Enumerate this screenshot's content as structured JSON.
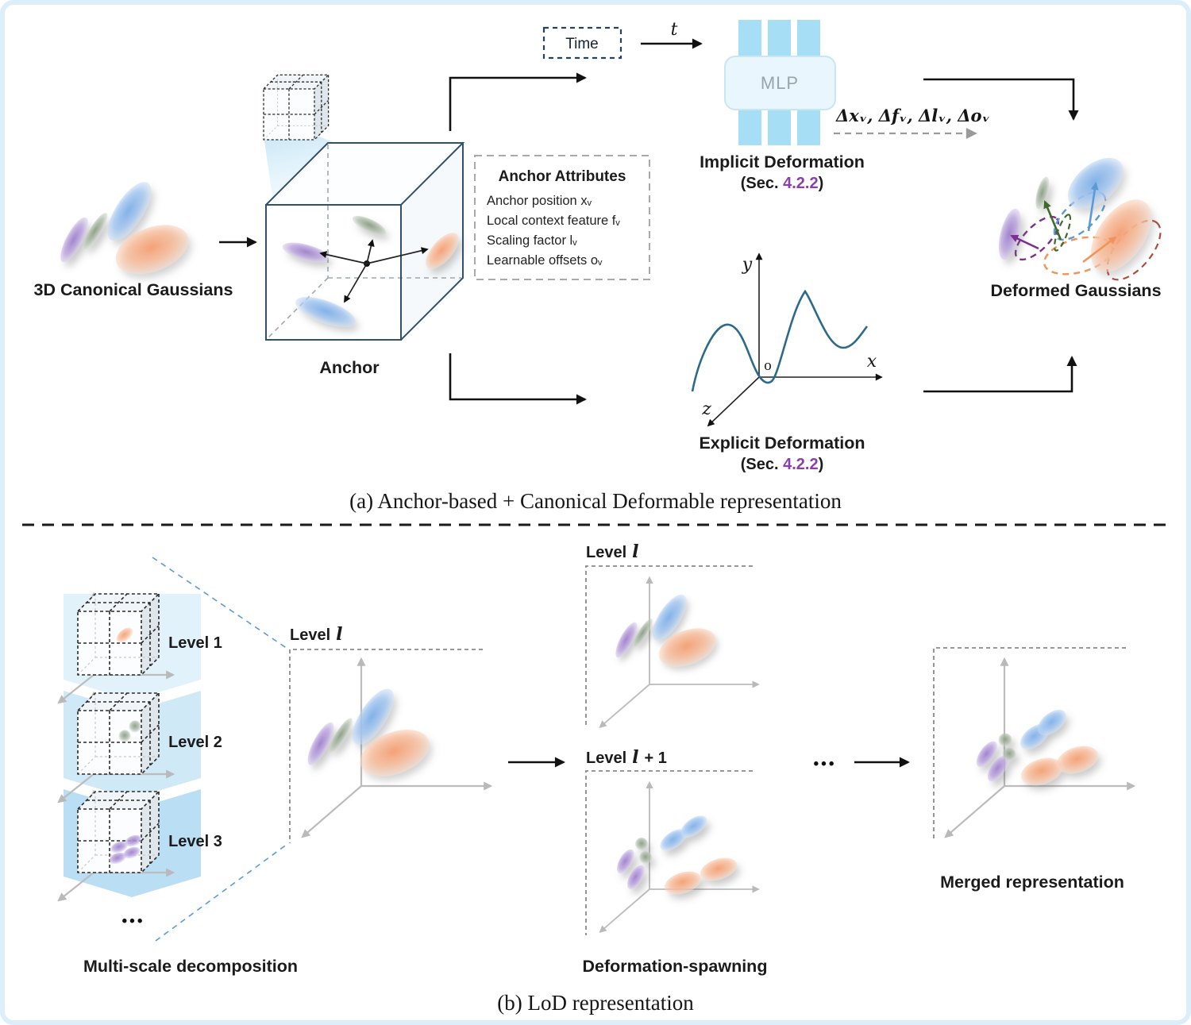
{
  "panel_a": {
    "caption": "(a) Anchor-based + Canonical Deformable representation",
    "canonical_gaussians_label": "3D Canonical Gaussians",
    "anchor_label": "Anchor",
    "time_label": "Time",
    "time_var": "t",
    "mlp_label": "MLP",
    "implicit_title": "Implicit Deformation",
    "explicit_title": "Explicit Deformation",
    "sec_prefix": "(Sec. ",
    "sec_number": "4.2.2",
    "sec_suffix": ")",
    "deformation_outputs": "Δxᵥ,  Δfᵥ,  Δlᵥ, Δoᵥ",
    "anchor_attributes_title": "Anchor Attributes",
    "anchor_attributes_items": [
      "Anchor position xᵥ",
      "Local context feature fᵥ",
      "Scaling factor lᵥ",
      "Learnable offsets oᵥ"
    ],
    "axis_x": "x",
    "axis_y": "y",
    "axis_z": "z",
    "axis_origin": "o",
    "deformed_gaussians_label": "Deformed Gaussians"
  },
  "panel_b": {
    "caption": "(b) LoD representation",
    "level_labels": [
      "Level 1",
      "Level 2",
      "Level 3"
    ],
    "level_word": "Level",
    "level_var": "l",
    "level_plus_suffix": "+ 1",
    "ellipsis": "•••",
    "multiscale_label": "Multi-scale decomposition",
    "spawning_label": "Deformation-spawning",
    "merged_label": "Merged representation"
  },
  "colors": {
    "gaussian_blue": "#85b4ea",
    "gaussian_orange": "#f4a87e",
    "gaussian_purple": "#a78ccf",
    "gaussian_green": "#95a58f",
    "mlp_bar_blue": "#a6def5",
    "mlp_box_fill": "#e9f6fd",
    "section_ref_purple": "#8b3fa8",
    "explicit_curve_teal": "#2d6a8a",
    "fan_dash_blue": "#5b9bd5",
    "figure_border": "#dceefa"
  }
}
